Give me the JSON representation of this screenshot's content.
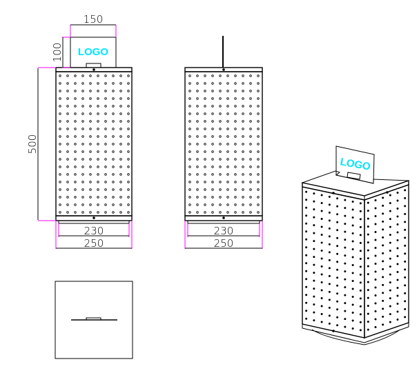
{
  "drawing": {
    "front_view": {
      "logo_text": "LOGO",
      "dim_sign_width": "150",
      "dim_sign_height": "100",
      "dim_height": "500",
      "dim_base_inner": "230",
      "dim_base_outer": "250"
    },
    "side_view": {
      "dim_base_inner": "230",
      "dim_base_outer": "250"
    },
    "iso_view": {
      "logo_text": "LOGO"
    },
    "colors": {
      "dimension_extension": "#ff00ff",
      "logo": "#00e5ff",
      "line": "#000000"
    }
  }
}
